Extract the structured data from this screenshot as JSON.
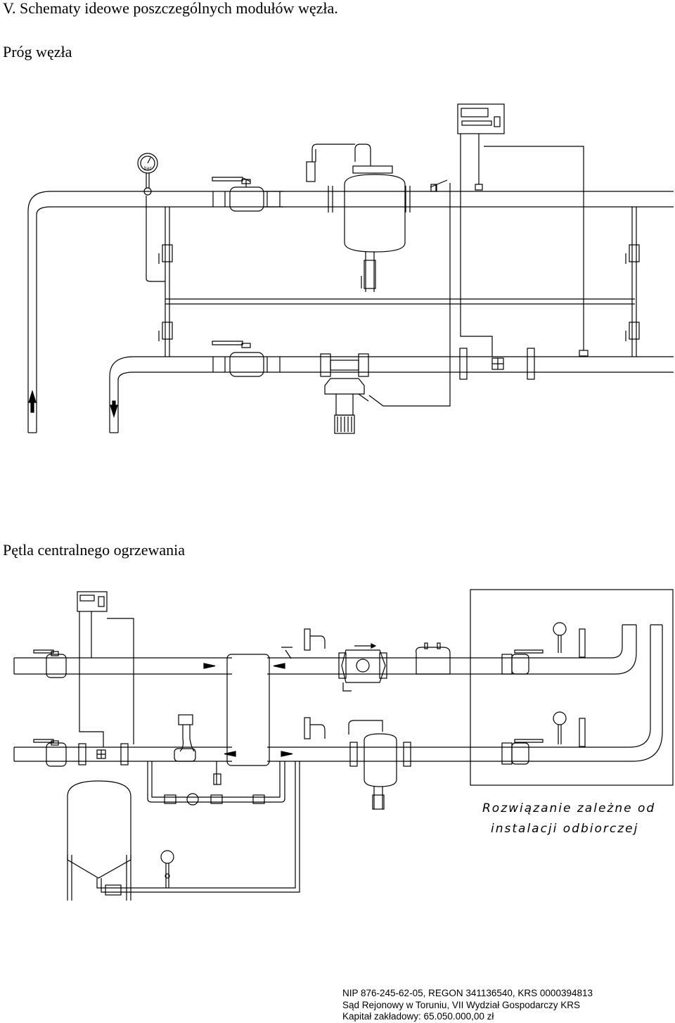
{
  "page": {
    "heading": "V. Schematy ideowe poszczególnych modułów węzła.",
    "section1_title": "Próg węzła",
    "section2_title": "Pętla centralnego ogrzewania"
  },
  "diagram2": {
    "note_line1": "Rozwiązanie zależne od",
    "note_line2": "instalacji odbiorczej"
  },
  "gauge_label": "bar",
  "footer": {
    "line1": "NIP 876-245-62-05, REGON 341136540, KRS 0000394813",
    "line2": "Sąd Rejonowy w Toruniu, VII Wydział Gospodarczy KRS",
    "line3": "Kapitał zakładowy: 65.050.000,00 zł"
  }
}
